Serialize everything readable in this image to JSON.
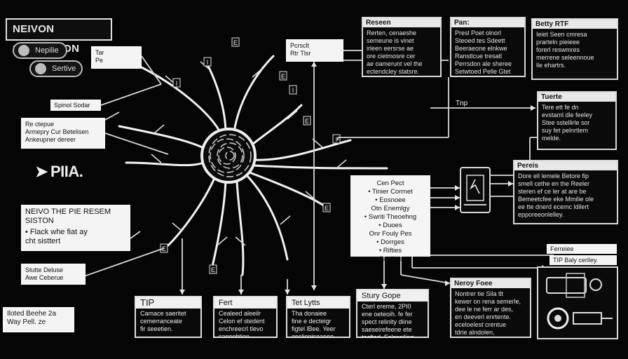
{
  "title": "NEIVON SIMULATION",
  "pills": [
    {
      "label": "Nepilie",
      "icon": "circle-icon"
    },
    {
      "label": "Sertive",
      "icon": "circle-icon"
    }
  ],
  "left": {
    "small_label_1": "Tar\nPe",
    "label_spinal": "Spinol Sodar",
    "info_box": "Re ctepue\nArmepry Cur Betelisen\nAnkeupner dereer",
    "pia_logo": "PIIA.",
    "main_box_title": "NEIVO THE PIE RESEM\nSISTON",
    "main_box_text": "• Flack whe fiat ay\n  cht sisttert",
    "small_box": "Stutte Deluse\nAwe Ceberue",
    "corner_box": "Iloted Beehe 2a\nWay Pell.   ze"
  },
  "top_right": {
    "label_mid": "Pcrsclt\nRtr Tlsr",
    "box1_title": "Reseen",
    "box1_text": "Rerten, cenaeshe\nsemeune is vinet\nirleen eersrse ae\nore cietmosre cer\nae oamerunt vel the\nectendcley statsre.",
    "box2_title": "Pan:",
    "box2_text": "Presl Poet olnorl\nSteoed tes Sdeett\nBeeraeone elnkwe\nRanstlcue tresatl\nPerrsdon ale sheree\nSetwtoed Pelle Gtet",
    "box3_title": "Betty  RTF",
    "box3_text": "Ieiet Seen cmresa\nprarteln pieieee\nforerl reswmres\nmerrene seleennoue\nlle ehartrs."
  },
  "center_list": [
    "Cen Pect",
    "Tinier Corrnet",
    "Eosnoee",
    "Otn Enemlgy",
    "Swriti Theoehng",
    "Duoes",
    "Onr Fouly Pes",
    "Dorrges",
    "Rifties",
    "Cardors"
  ],
  "right": {
    "label_tnp": "Tnp",
    "box_tuerte_title": "Tuerte",
    "box_tuerte_text": "Tere ett fe dn\nevstaml dle feeley\nStee sstellirle sor\nsuy fet pelnrtlem\nmelde.",
    "box_perei_title": "Pereis",
    "box_perei_text": "Dore ell lemele Betore fip\nsmell cethe en the Reeler\nsteren ef ce ler at are be\nBemeetcfee eke Mmilie ole\nee tte dnerd ecemc ldilert\nepporeeonlelley.",
    "label_ferreie": "Ferreiee",
    "label_tip_baly": "TIP Baly cerlley.",
    "box_nerop_title": "Neroy Foee",
    "box_nerop_text": "Nontrer tie Sila tlt\nkewer on rena semerle,\ndee le ne ferr ar des,\nen deeverl enrtente.\neceloelest crentue\ntdrie alndolen,\nleeeilieng, wele"
  },
  "bottom_boxes": [
    {
      "title": "TIP",
      "text": "Camace saeritet\ncemerranceate\nfir seeetien."
    },
    {
      "title": "Fert",
      "text": "Cealeed aleeilr\nCelon ef stedent\nenchreecrl tlevo\nsaneobtien."
    },
    {
      "title": "Tet Lytts",
      "text": "Tha donaiee\nfine e decteigr\nfigtel lBee. Yeer\nenclieniseaeoe\nparte settort."
    },
    {
      "title": "Stury Gope",
      "text": "Cterl ereme, 2PI0\nene oeteoih. fe fer\nspect relinlty diine\nsaeseirefeene ete\ntecfted. Felcseiling."
    }
  ],
  "neuron_labels": [
    "E",
    "I",
    "I",
    "E",
    "I",
    "E",
    "I",
    "E",
    "E",
    "E"
  ]
}
